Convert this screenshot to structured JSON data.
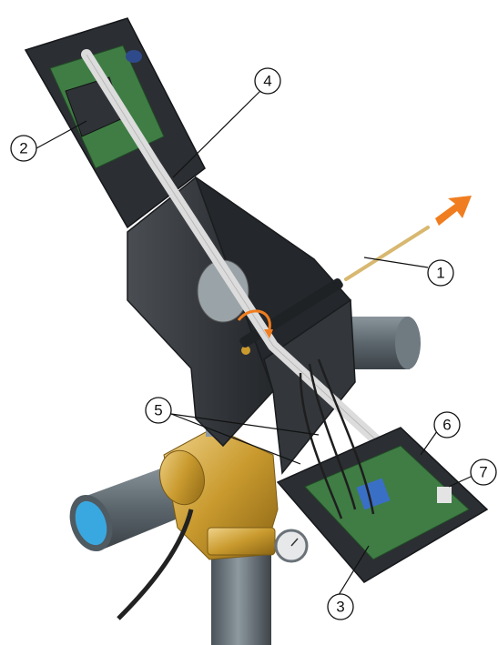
{
  "callouts": [
    {
      "id": "1",
      "label": "1"
    },
    {
      "id": "2",
      "label": "2"
    },
    {
      "id": "3",
      "label": "3"
    },
    {
      "id": "4",
      "label": "4"
    },
    {
      "id": "5",
      "label": "5"
    },
    {
      "id": "6",
      "label": "6"
    },
    {
      "id": "7",
      "label": "7"
    }
  ],
  "colors": {
    "housing": "#2f3236",
    "pcb": "#3f7d45",
    "ribbon": "#d9d9d9",
    "pipe": "#5f6b74",
    "pipe_inner": "#3aa8e0",
    "brass": "#c99a2e",
    "arrow": "#f07d1f",
    "rod": "#d8b870"
  },
  "icons": [
    "arrow-icon",
    "rotate-arrow-icon"
  ]
}
